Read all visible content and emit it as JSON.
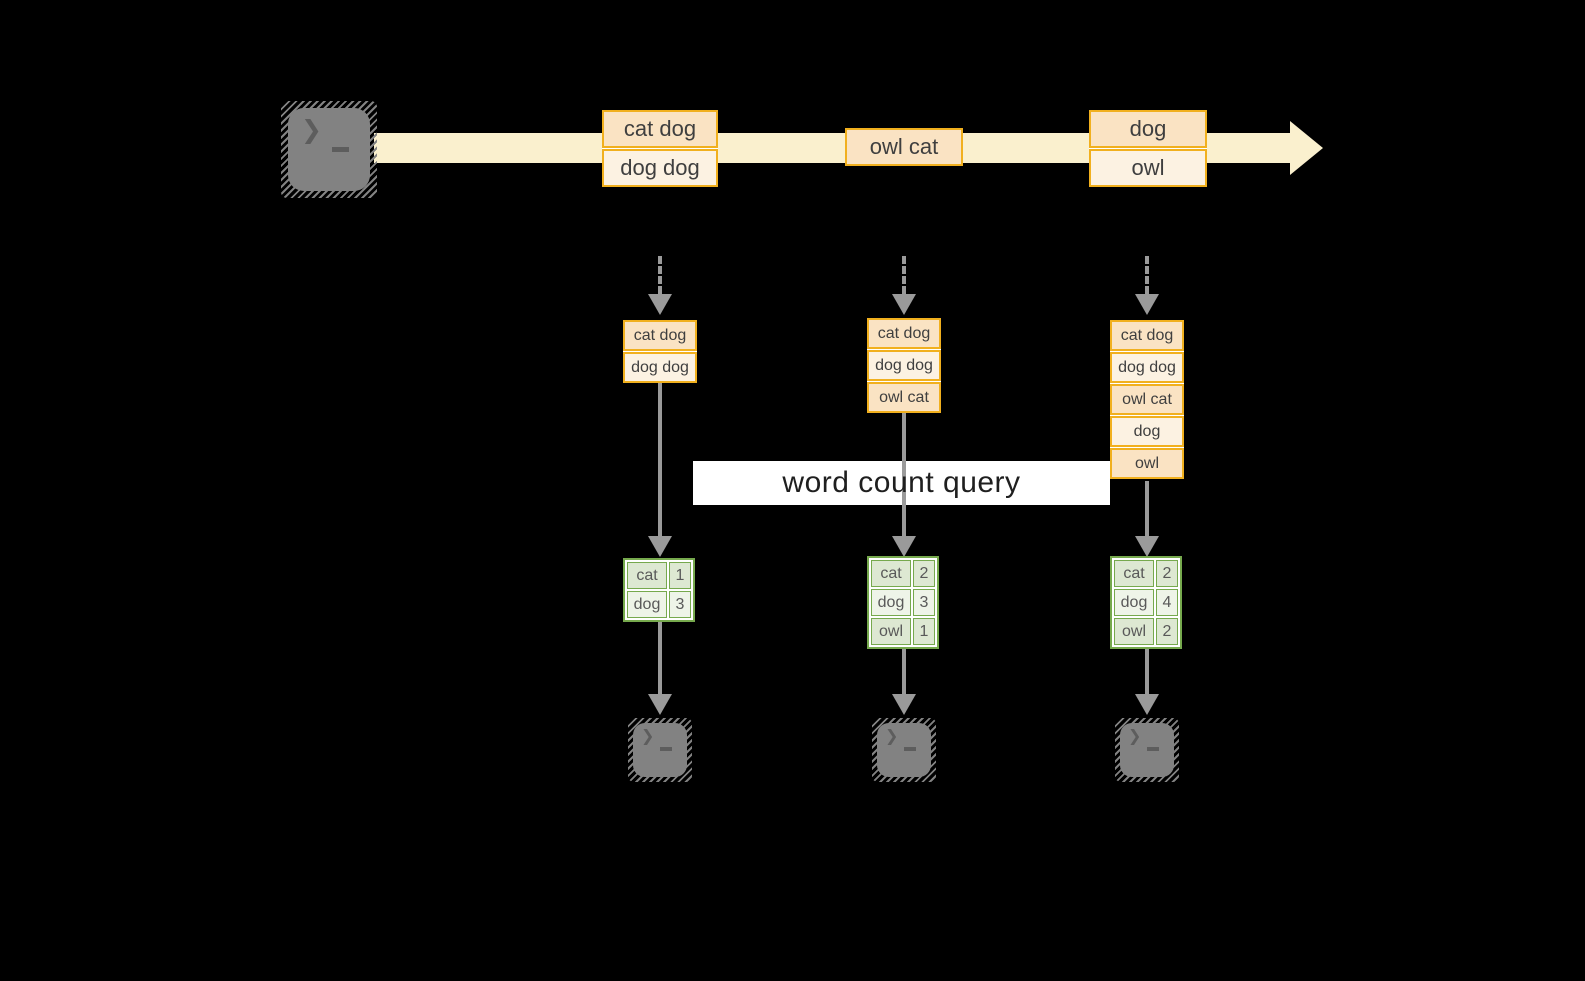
{
  "query_label": "word count query",
  "stream": {
    "batches": [
      {
        "records": [
          "cat dog",
          "dog dog"
        ]
      },
      {
        "records": [
          "owl cat"
        ]
      },
      {
        "records": [
          "dog",
          "owl"
        ]
      }
    ]
  },
  "columns": [
    {
      "inputs": [
        "cat dog",
        "dog dog"
      ],
      "counts": [
        {
          "word": "cat",
          "count": 1
        },
        {
          "word": "dog",
          "count": 3
        }
      ]
    },
    {
      "inputs": [
        "cat dog",
        "dog dog",
        "owl cat"
      ],
      "counts": [
        {
          "word": "cat",
          "count": 2
        },
        {
          "word": "dog",
          "count": 3
        },
        {
          "word": "owl",
          "count": 1
        }
      ]
    },
    {
      "inputs": [
        "cat dog",
        "dog dog",
        "owl cat",
        "dog",
        "owl"
      ],
      "counts": [
        {
          "word": "cat",
          "count": 2
        },
        {
          "word": "dog",
          "count": 4
        },
        {
          "word": "owl",
          "count": 2
        }
      ]
    }
  ],
  "icons": {
    "source": "terminal-icon",
    "sinks": [
      "terminal-icon",
      "terminal-icon",
      "terminal-icon"
    ]
  },
  "colors": {
    "background": "#000000",
    "stream-fill": "#FAF0CE",
    "amber-border": "#F1B01E",
    "peach-fill": "#FAE3C3",
    "cream-fill": "#FCF2E2",
    "green-border": "#76A94D",
    "green-fill-dark": "#DDE8D2",
    "green-fill-light": "#EEF4E8",
    "arrow-gray": "#9A9A9A",
    "terminal-gray": "#828282",
    "glyph-gray": "#5D5D5D",
    "cell-text": "#3F3F3F",
    "table-text": "#595959",
    "label-text": "#1F1F1F"
  }
}
